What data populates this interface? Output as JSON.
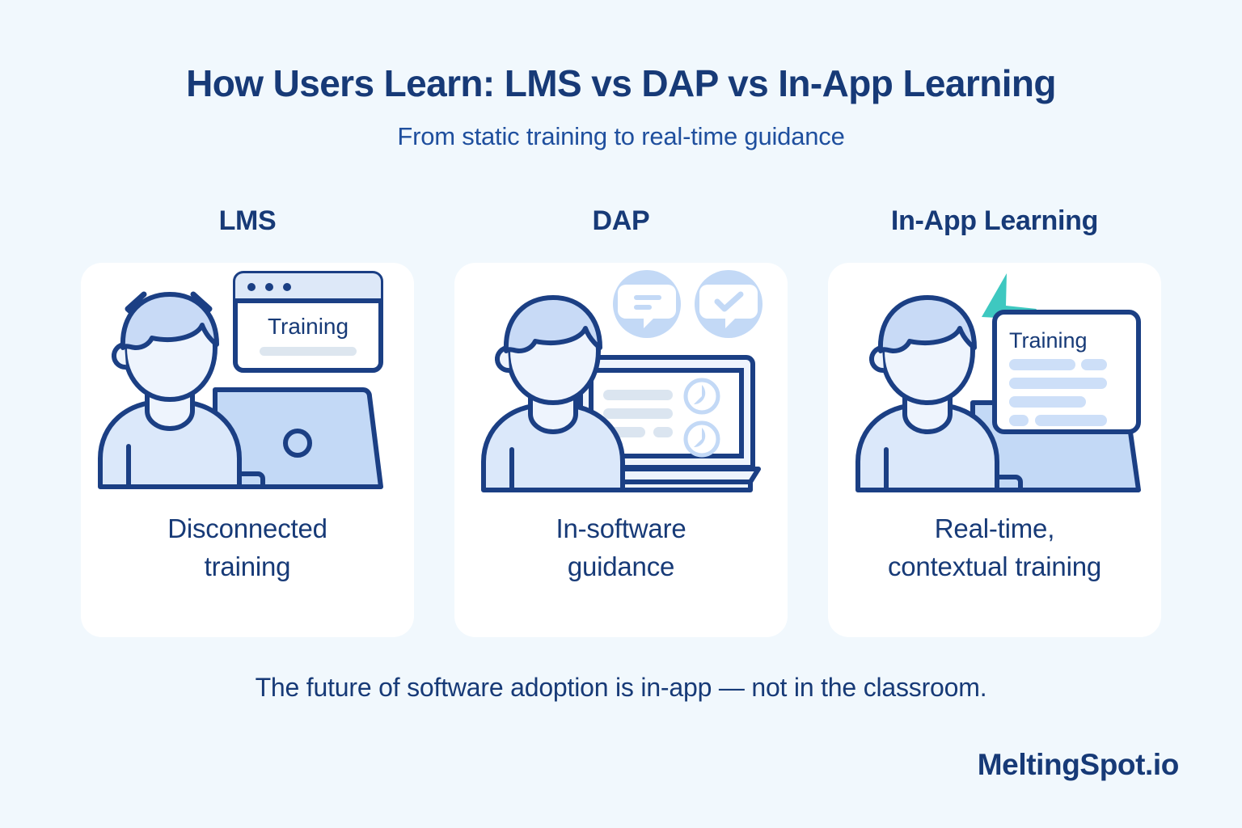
{
  "header": {
    "title": "How Users Learn: LMS vs DAP vs In-App Learning",
    "subtitle": "From static training to real-time guidance"
  },
  "columns": [
    {
      "label": "LMS",
      "caption": "Disconnected\ntraining",
      "illustration": {
        "name": "person-laptop-detached-training-window",
        "window_title": "Training",
        "arrow": "double-headed-arrow"
      }
    },
    {
      "label": "DAP",
      "caption": "In-software\nguidance",
      "illustration": {
        "name": "person-laptop-with-chat-bubbles",
        "bubbles": [
          "message-bubble",
          "check-bubble"
        ]
      }
    },
    {
      "label": "In-App Learning",
      "caption": "Real-time,\ncontextual training",
      "illustration": {
        "name": "person-laptop-with-training-overlay",
        "panel_title": "Training",
        "accent": "lightning-bolt"
      }
    }
  ],
  "footer": {
    "tagline": "The future of software adoption is in-app — not in the classroom.",
    "brand": "MeltingSpot.io"
  },
  "colors": {
    "background": "#f1f8fd",
    "card": "#ffffff",
    "navy": "#173a77",
    "outline": "#1b3f84",
    "fill_light": "#dbe8fa",
    "fill_lighter": "#eef4fd",
    "fill_mid": "#c3d9f6",
    "teal": "#3ec8c0",
    "gray_line": "#dde6ef"
  }
}
